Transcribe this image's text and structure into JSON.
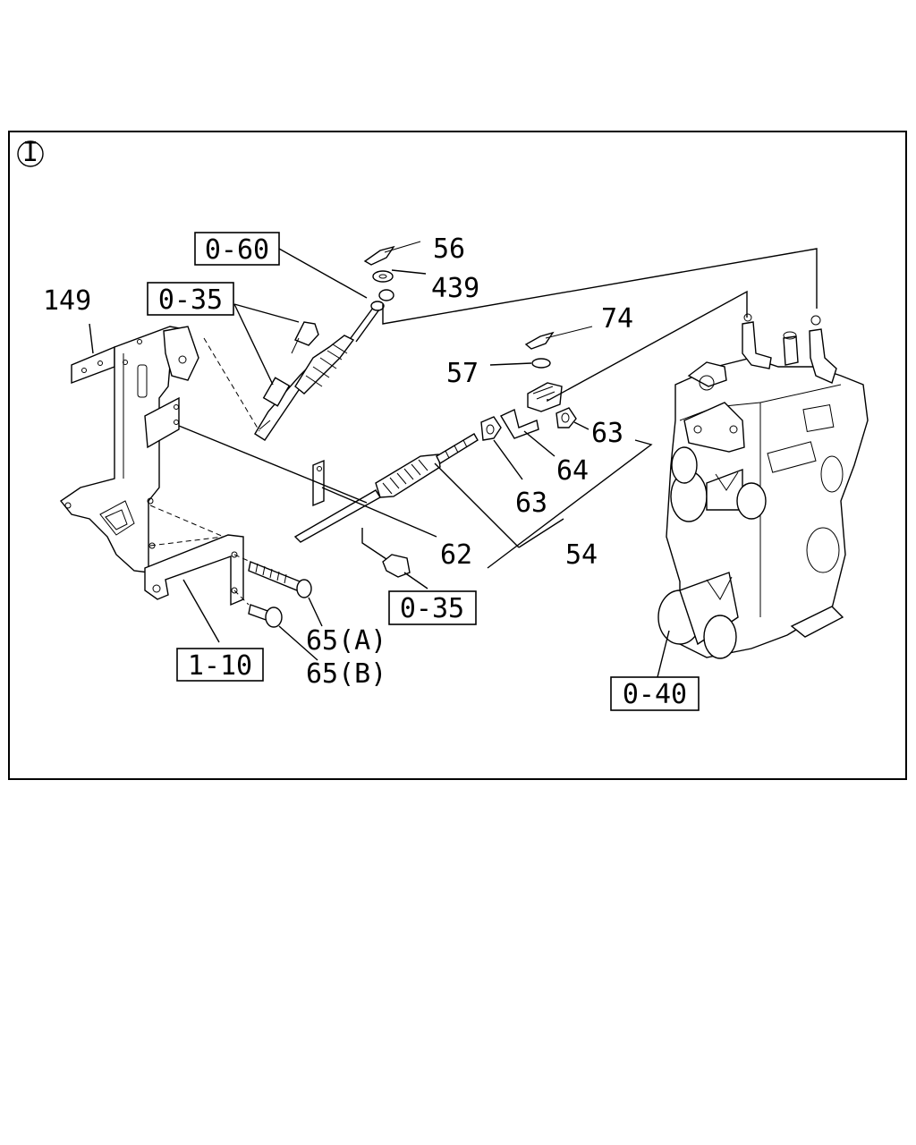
{
  "view_label": "I",
  "callouts": {
    "c56": "56",
    "c439": "439",
    "c74": "74",
    "c57": "57",
    "c149": "149",
    "c63a": "63",
    "c64": "64",
    "c63b": "63",
    "c62": "62",
    "c54": "54",
    "c65a": "65(A)",
    "c65b": "65(B)"
  },
  "references": {
    "r060": "0-60",
    "r035a": "0-35",
    "r035b": "0-35",
    "r110": "1-10",
    "r040": "0-40"
  }
}
